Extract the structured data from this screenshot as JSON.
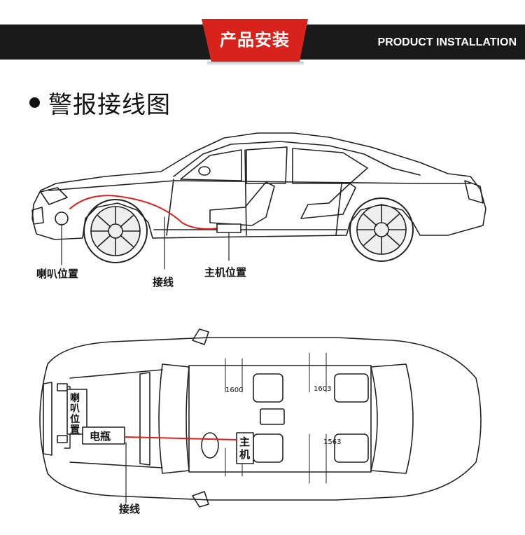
{
  "header": {
    "cn_title": "产品安装",
    "en_title": "PRODUCT INSTALLATION"
  },
  "section": {
    "title": "警报接线图"
  },
  "side_view": {
    "labels": {
      "speaker": "喇叭位置",
      "wiring": "接线",
      "host": "主机位置"
    }
  },
  "top_view": {
    "labels": {
      "speaker": "喇叭位置",
      "battery": "电瓶",
      "host": "主机",
      "wiring": "接线",
      "dim_front": "1600",
      "dim_rear": "1603",
      "dim_rear_lower": "1563"
    }
  },
  "colors": {
    "accent": "#d8231d",
    "dark": "#1a1a1a",
    "wire": "#d8231d"
  }
}
